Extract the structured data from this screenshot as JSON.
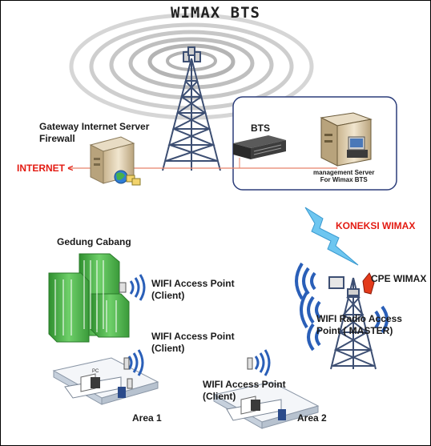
{
  "title": "WIMAX BTS",
  "labels": {
    "gateway_line1": "Gateway Internet Server",
    "gateway_line2": "Firewall",
    "internet": "INTERNET <",
    "bts": "BTS",
    "mgmt_line1": "management Server",
    "mgmt_line2": "For Wimax BTS",
    "koneksi": "KONEKSI WIMAX",
    "cpe": "CPE WIMAX",
    "radio_line1": "WIFI Radio Access",
    "radio_line2": "Point ( MASTER)",
    "gedung": "Gedung Cabang",
    "ap1_line1": "WIFI Access Point",
    "ap1_line2": "(Client)",
    "ap2_line1": "WIFI Access Point",
    "ap2_line2": "(Client)",
    "ap3_line1": "WIFI Access Point",
    "ap3_line2": "(Client)",
    "area1": "Area 1",
    "area2": "Area 2",
    "pc": "PC"
  },
  "colors": {
    "tower": "#3d4f73",
    "signal": "#b4b4b4",
    "wifi": "#2a5fb8",
    "link_line": "#e8826a",
    "box_border": "#2b3d7a",
    "building": "#4cae46",
    "accent_red": "#e31b12",
    "lightning": "#6ec6f0"
  },
  "icons": [
    "bts-tower-icon",
    "server-icon",
    "globe-icon",
    "bts-rack-icon",
    "management-server-icon",
    "lightning-icon",
    "cpe-antenna-icon",
    "building-icon",
    "wifi-access-point-icon",
    "desk-workstation-icon"
  ]
}
